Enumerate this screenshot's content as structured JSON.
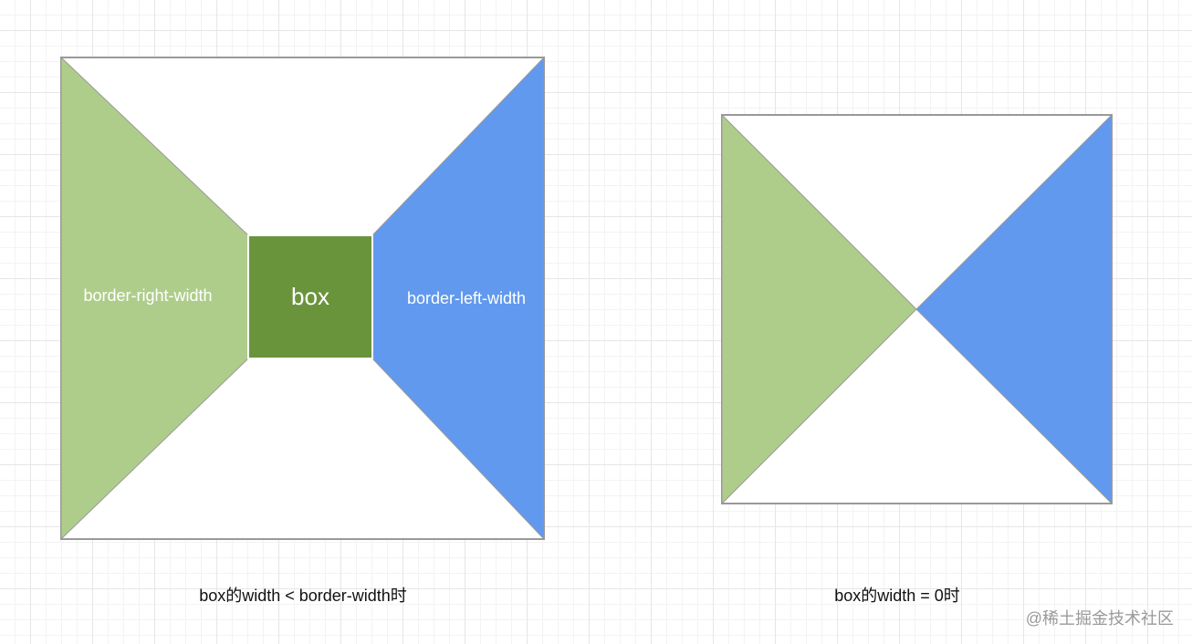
{
  "colors": {
    "green": "#aecd8a",
    "dark_green": "#6a943c",
    "blue": "#6199ee",
    "stroke": "#999999"
  },
  "left_diagram": {
    "left_label": "border-right-width",
    "center_label": "box",
    "right_label": "border-left-width",
    "caption": "box的width < border-width时"
  },
  "right_diagram": {
    "caption": "box的width = 0时"
  },
  "watermark": "@稀土掘金技术社区"
}
